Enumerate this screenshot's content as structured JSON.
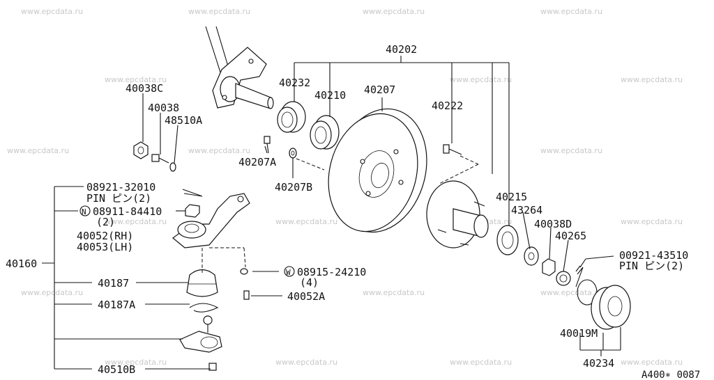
{
  "watermark": "www.epcdata.ru",
  "drawing_code": "A400∗ 0087",
  "labels": {
    "l40202": "40202",
    "l40232": "40232",
    "l40210": "40210",
    "l40207": "40207",
    "l40222": "40222",
    "l40038C": "40038C",
    "l40038": "40038",
    "l48510A": "48510A",
    "l40207A": "40207A",
    "l40207B": "40207B",
    "l08921": "08921-32010",
    "l08921_pin": "PIN ピン(2)",
    "l08911": "08911-84410",
    "l08911_qty": "(2)",
    "l40052": "40052(RH)",
    "l40053": "40053(LH)",
    "l40160": "40160",
    "l40187": "40187",
    "l40187A": "40187A",
    "l40510B": "40510B",
    "l08915": "08915-24210",
    "l08915_qty": "(4)",
    "l40052A": "40052A",
    "l40215": "40215",
    "l43264": "43264",
    "l40038D": "40038D",
    "l40265": "40265",
    "l00921": "00921-43510",
    "l00921_pin": "PIN ピン(2)",
    "l40019M": "40019M",
    "l40234": "40234"
  },
  "prefix_marks": {
    "n": "N",
    "w": "W"
  }
}
